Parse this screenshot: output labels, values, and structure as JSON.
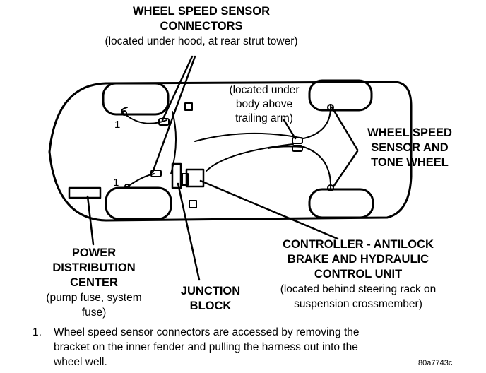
{
  "labels": {
    "ws_connectors": {
      "title1": "WHEEL SPEED SENSOR",
      "title2": "CONNECTORS",
      "note": "(located under hood, at rear strut tower)"
    },
    "rear_location": {
      "line1": "(located under",
      "line2": "body above",
      "line3": "trailing arm)"
    },
    "sensor_tone": {
      "line1": "WHEEL SPEED",
      "line2": "SENSOR AND",
      "line3": "TONE WHEEL"
    },
    "pdc": {
      "title1": "POWER",
      "title2": "DISTRIBUTION",
      "title3": "CENTER",
      "note1": "(pump fuse, system",
      "note2": "fuse)"
    },
    "junction": {
      "title1": "JUNCTION",
      "title2": "BLOCK"
    },
    "controller": {
      "title1": "CONTROLLER - ANTILOCK",
      "title2": "BRAKE AND HYDRAULIC",
      "title3": "CONTROL UNIT",
      "note1": "(located behind steering rack on",
      "note2": "suspension crossmember)"
    },
    "callout_top": "1",
    "callout_bottom": "1"
  },
  "footnote": {
    "number": "1.",
    "line1": "Wheel speed sensor connectors are accessed by removing the",
    "line2": "bracket on the inner fender and pulling the harness out into the",
    "line3": "wheel well."
  },
  "figure_id": "80a7743c"
}
